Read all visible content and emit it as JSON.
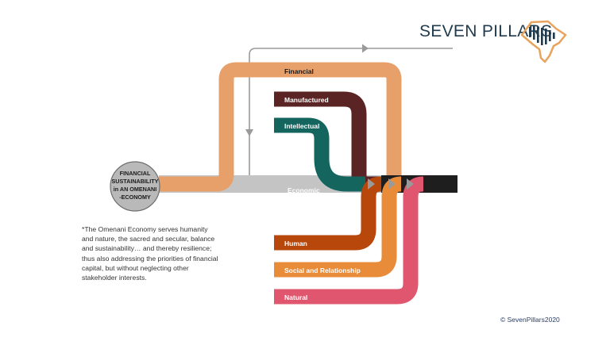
{
  "brand": {
    "name": "SEVEN PILLARS",
    "logo_icon": "africa-map-pillars-icon",
    "text_color": "#1f3b4d",
    "logo_color": "#e8a35e"
  },
  "center": {
    "lines": [
      "FINANCIAL",
      "SUSTAINABILITY",
      "in AN OMENANI",
      "-ECONOMY"
    ]
  },
  "capitals": {
    "financial": {
      "label": "Financial",
      "color": "#e8a06a"
    },
    "manufactured": {
      "label": "Manufactured",
      "color": "#5b2424"
    },
    "intellectual": {
      "label": "Intellectual",
      "color": "#15655f"
    },
    "economic": {
      "label": "Economic",
      "color": "#c4c4c4"
    },
    "human": {
      "label": "Human",
      "color": "#b7470b"
    },
    "social": {
      "label": "Social and Relationship",
      "color": "#e98c3a"
    },
    "natural": {
      "label": "Natural",
      "color": "#e0566e"
    }
  },
  "output_bar_color": "#1e1e1e",
  "feedback_line_color": "#9a9a9a",
  "note": "*The Omenani Economy serves humanity and nature, the sacred and secular, balance and sustainability… and thereby resilience; thus also addressing the priorities of financial capital, but without neglecting other stakeholder interests.",
  "copyright": "© SevenPillars2020"
}
